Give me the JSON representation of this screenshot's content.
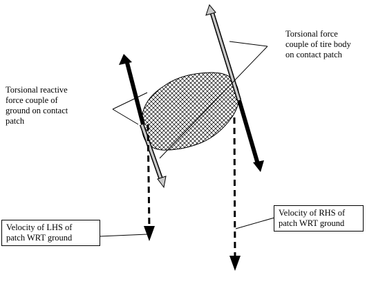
{
  "labels": {
    "tire_body_couple": [
      "Torsional force",
      "couple of tire body",
      "on contact patch"
    ],
    "ground_reactive_couple": [
      "Torsional reactive",
      "force couple of",
      "ground on contact",
      "patch"
    ],
    "velocity_lhs": [
      "Velocity of LHS of",
      "patch WRT ground"
    ],
    "velocity_rhs": [
      "Velocity of RHS of",
      "patch WRT ground"
    ]
  },
  "colors": {
    "ink": "#000000",
    "light_arrow_fill": "#c8c8c8",
    "hatch": "#000000",
    "background": "#ffffff"
  }
}
